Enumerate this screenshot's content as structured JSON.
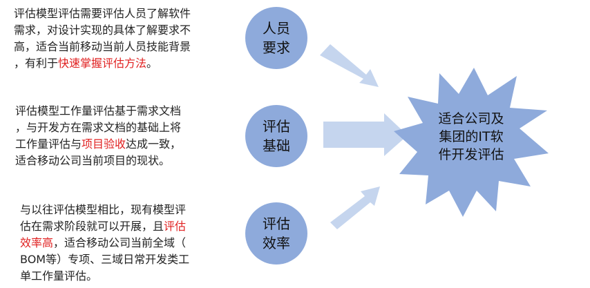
{
  "paragraphs": [
    {
      "before": "评估模型评估需要评估人员了解软件\n需求，对设计实现的具体了解要求不\n高，适合当前移动当前人员技能背景\n，有利于",
      "highlight": "快速掌握评估方法",
      "after": "。"
    },
    {
      "before": "评估模型工作量评估基于需求文档\n，与开发方在需求文档的基础上将\n工作量评估与",
      "highlight": "项目验收",
      "after": "达成一致，\n适合移动公司当前项目的现状。"
    },
    {
      "before": "与以往评估模型相比，现有模型评\n估在需求阶段就可以开展，且",
      "highlight": "评估\n效率高",
      "after": "，适合移动公司当前全域（\nBOM等）专项、三域日常开发类工\n单工作量评估。"
    }
  ],
  "circles": [
    {
      "label": "人员\n要求"
    },
    {
      "label": "评估\n基础"
    },
    {
      "label": "评估\n效率"
    }
  ],
  "target": {
    "label": "适合公司及\n集团的IT软\n件开发评估"
  },
  "colors": {
    "circle_fill": "#8eaadb",
    "arrow_fill": "#c5d5ee",
    "star_fill": "#8eaadb",
    "highlight": "#e02020",
    "text": "#222222"
  }
}
